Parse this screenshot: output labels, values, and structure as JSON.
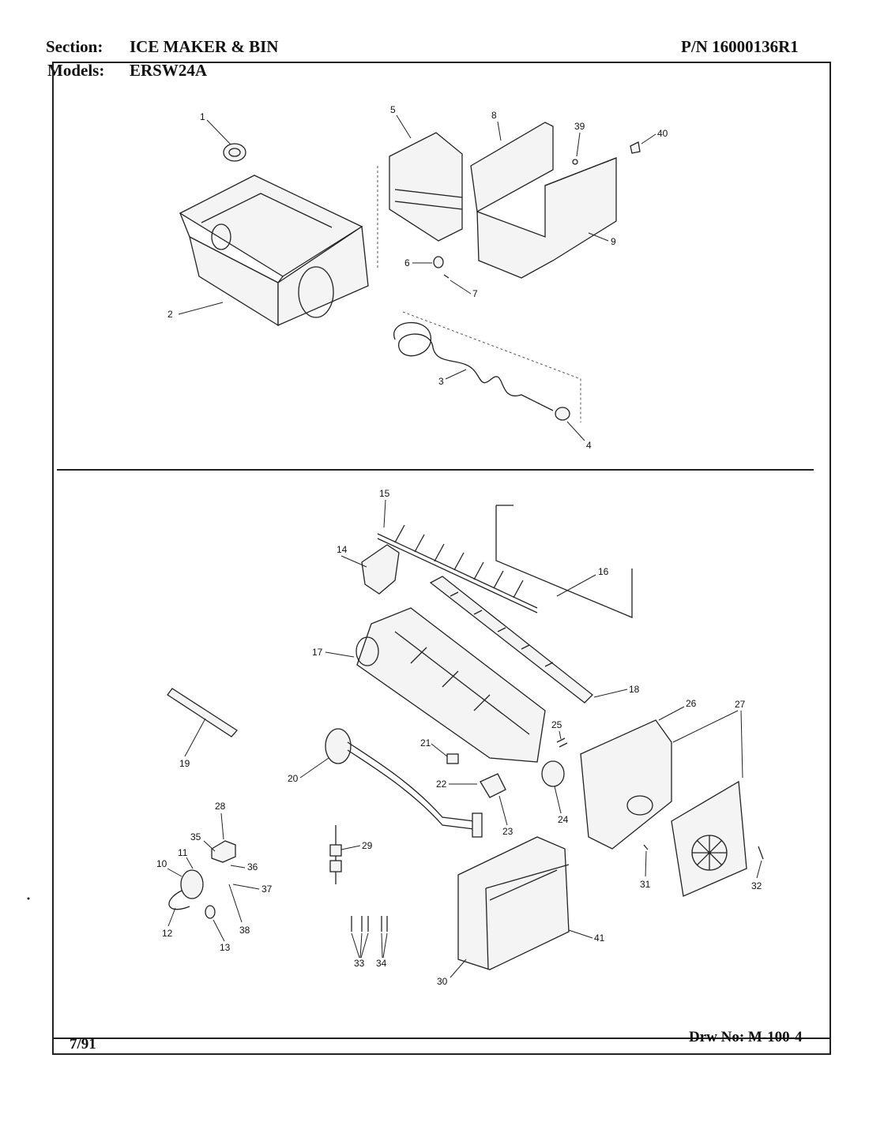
{
  "header": {
    "section_label": "Section:",
    "section_value": "ICE MAKER & BIN",
    "pn": "P/N 16000136R1",
    "models_label": "Models:",
    "models_value": "ERSW24A"
  },
  "footer": {
    "date": "7/91",
    "drawing_no": "Drw No: M-100-4"
  },
  "callouts": [
    "1",
    "2",
    "3",
    "4",
    "5",
    "6",
    "7",
    "8",
    "9",
    "39",
    "40",
    "14",
    "15",
    "16",
    "17",
    "18",
    "19",
    "20",
    "21",
    "22",
    "23",
    "24",
    "25",
    "26",
    "27",
    "28",
    "29",
    "30",
    "31",
    "32",
    "33",
    "34",
    "35",
    "36",
    "37",
    "38",
    "10",
    "11",
    "12",
    "13",
    "41"
  ]
}
